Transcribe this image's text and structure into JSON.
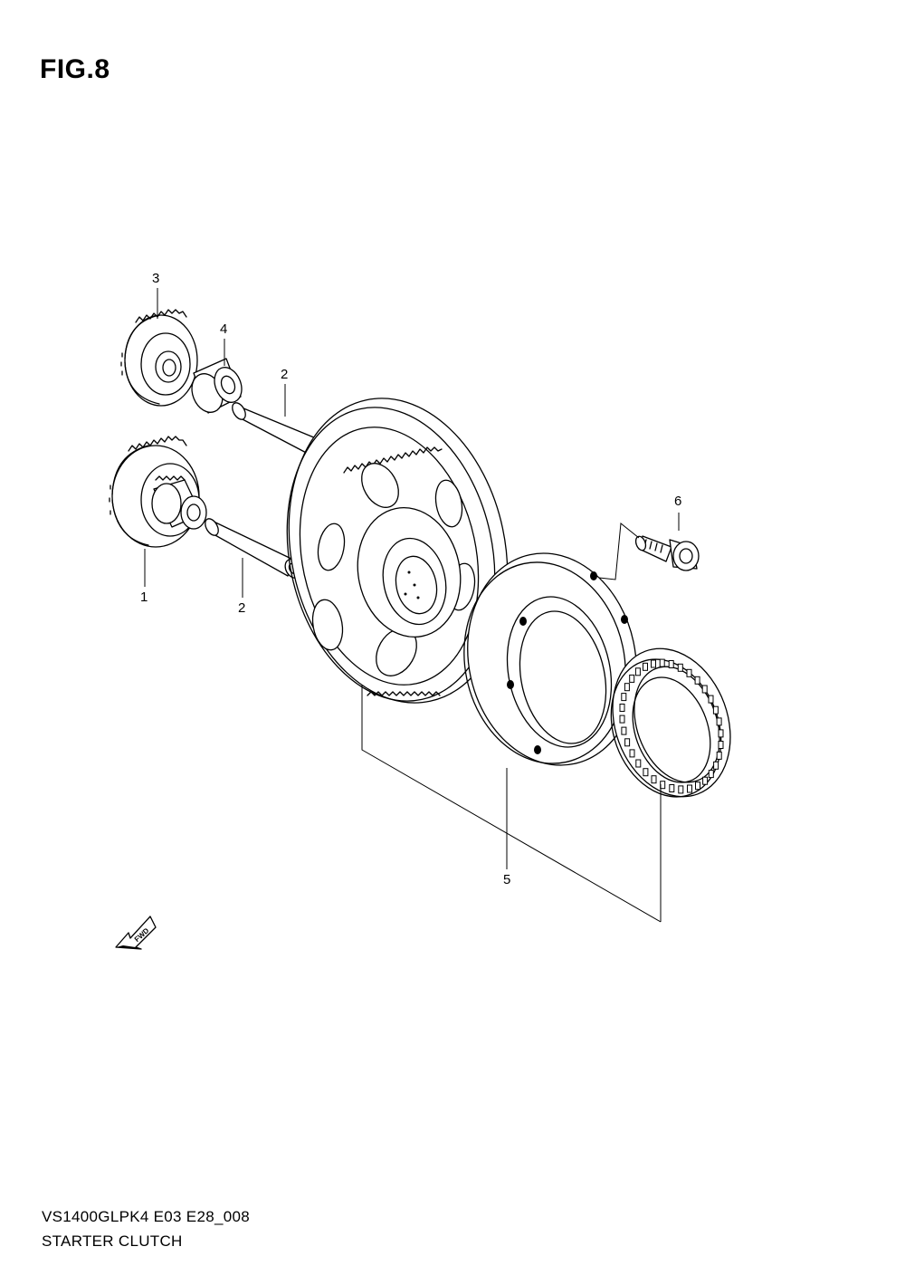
{
  "figure": {
    "title": "FIG.8"
  },
  "callouts": [
    {
      "id": "c1",
      "label": "1"
    },
    {
      "id": "c2a",
      "label": "2"
    },
    {
      "id": "c2b",
      "label": "2"
    },
    {
      "id": "c3",
      "label": "3"
    },
    {
      "id": "c4",
      "label": "4"
    },
    {
      "id": "c5",
      "label": "5"
    },
    {
      "id": "c6",
      "label": "6"
    }
  ],
  "fwd_arrow": {
    "text": "FWD"
  },
  "footer": {
    "code": "VS1400GLPK4 E03 E28_008",
    "name": "STARTER CLUTCH"
  }
}
